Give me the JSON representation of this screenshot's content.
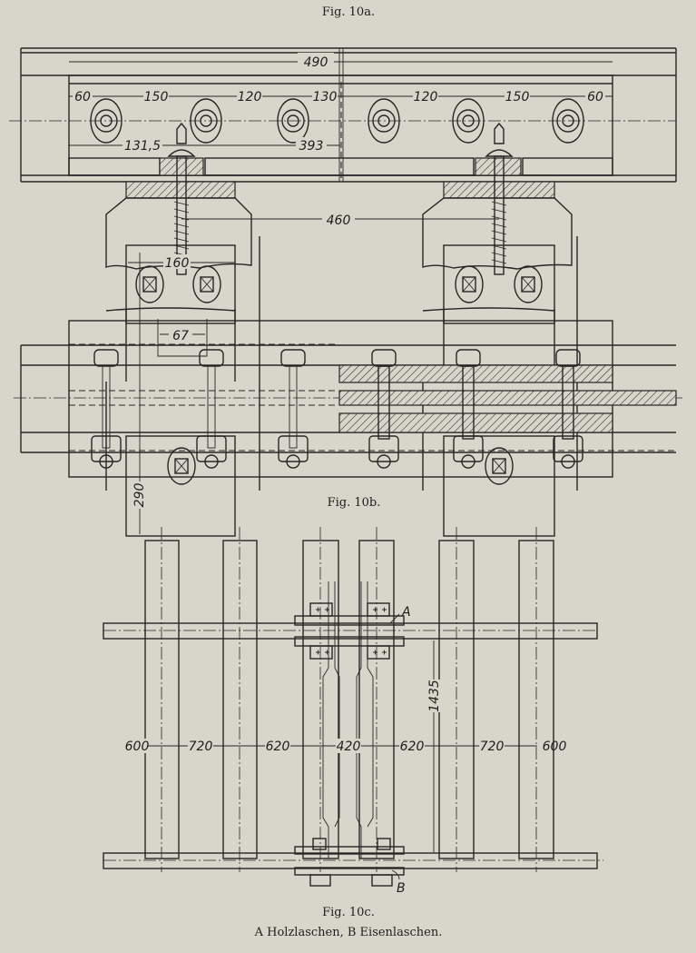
{
  "figures": {
    "fig_a": {
      "caption": "Fig. 10a.",
      "dims": {
        "total_length": "490",
        "spacings": [
          "60",
          "150",
          "120",
          "130",
          "120",
          "150",
          "60"
        ],
        "left_offset": "131,5",
        "center_offset": "393",
        "tie_spacing": "460"
      }
    },
    "fig_b": {
      "caption": "Fig. 10b.",
      "dims": {
        "plate_width": "160",
        "spike_offset": "67",
        "tie_length": "290"
      }
    },
    "fig_c": {
      "caption": "Fig. 10c.",
      "dims": {
        "spacings": [
          "600",
          "720",
          "620",
          "420",
          "620",
          "720",
          "600"
        ],
        "gauge": "1435"
      },
      "label_a": "A",
      "label_b": "B"
    }
  },
  "legend": "A Holzlaschen, B Eisenlaschen.",
  "colors": {
    "paper": "#d8d5ca",
    "ink": "#262626"
  }
}
